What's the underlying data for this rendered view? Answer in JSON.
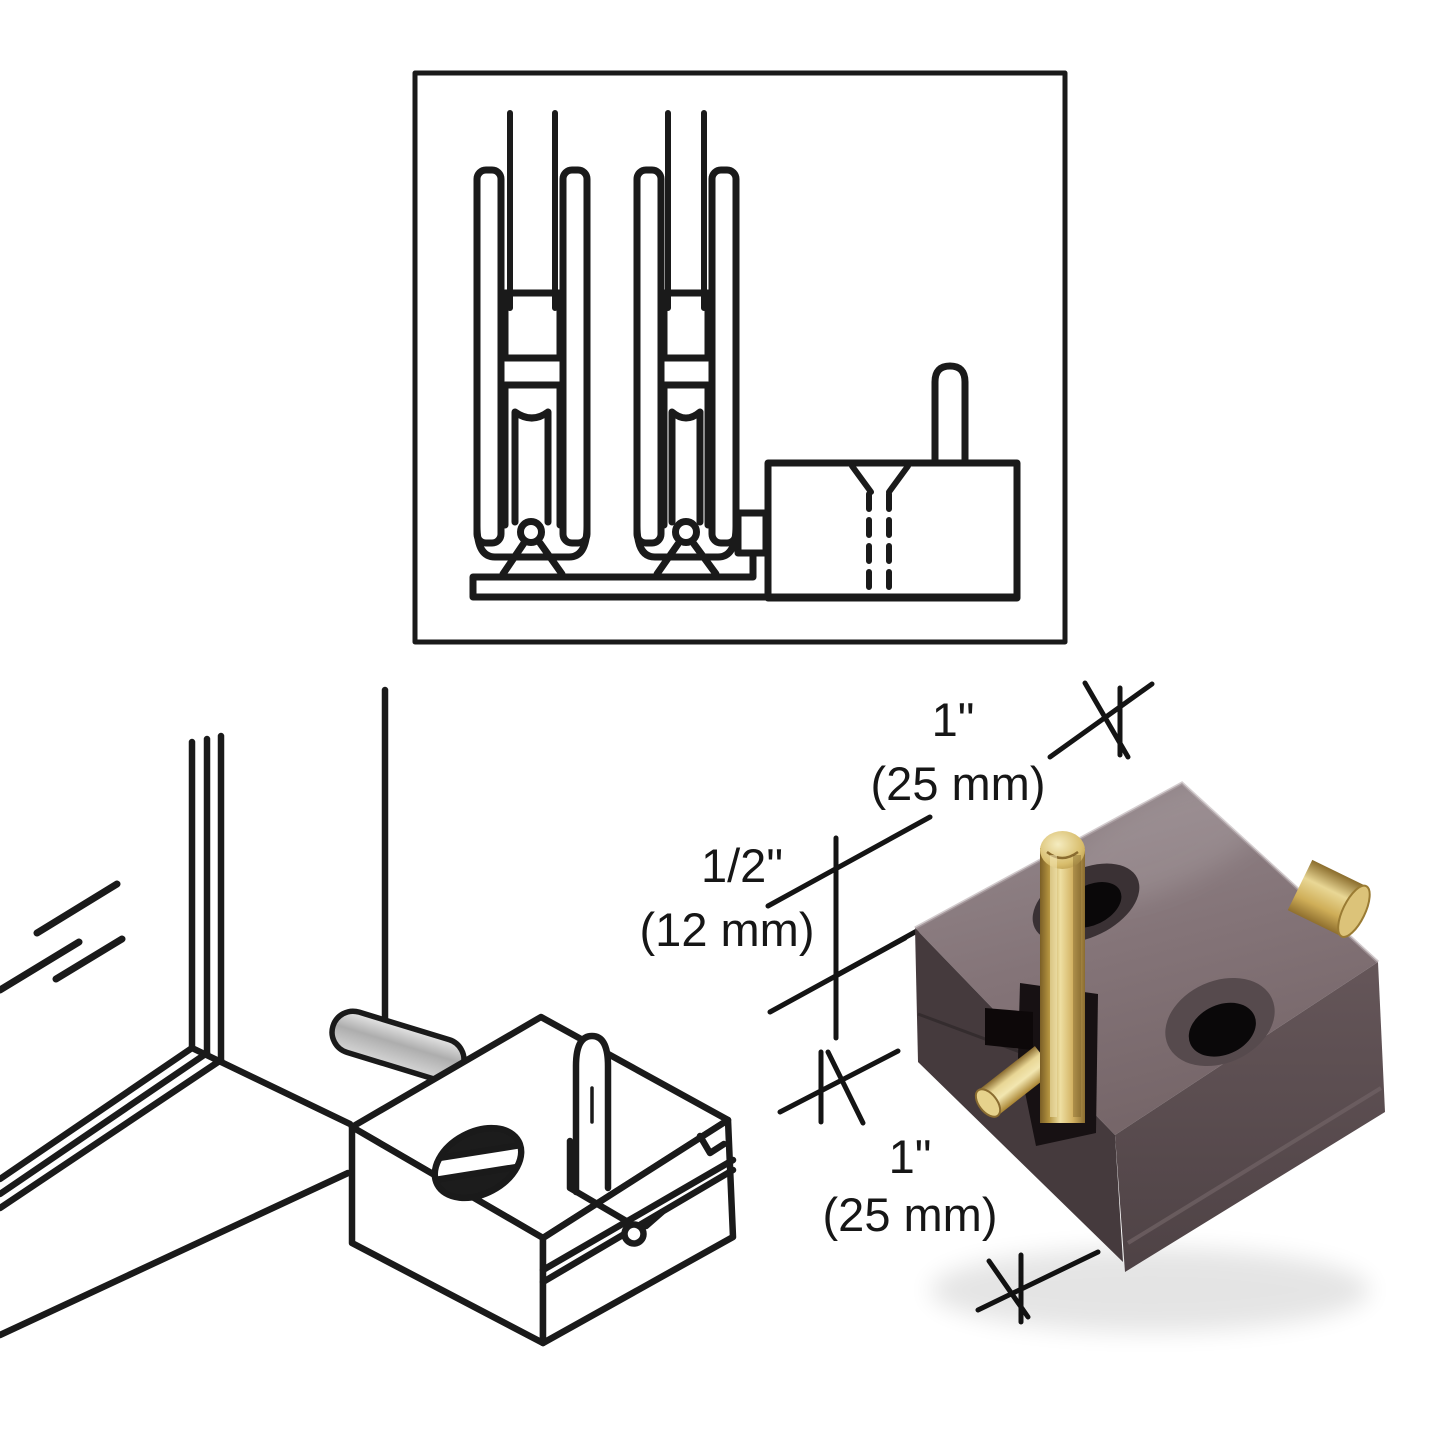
{
  "dimensions": {
    "width": {
      "imperial": "1\"",
      "metric": "(25 mm)"
    },
    "height": {
      "imperial": "1/2\"",
      "metric": "(12 mm)"
    },
    "depth": {
      "imperial": "1\"",
      "metric": "(25 mm)"
    }
  },
  "colors": {
    "background": "#ffffff",
    "line": "#1a1a1a",
    "body_top": "#8d7e82",
    "body_right": "#5d5154",
    "body_left": "#453a3d",
    "brass": "#c9a855",
    "brass_highlight": "#f0e2a8",
    "brass_shadow": "#8a6c30",
    "steel_pin": "#b9b9b9"
  }
}
